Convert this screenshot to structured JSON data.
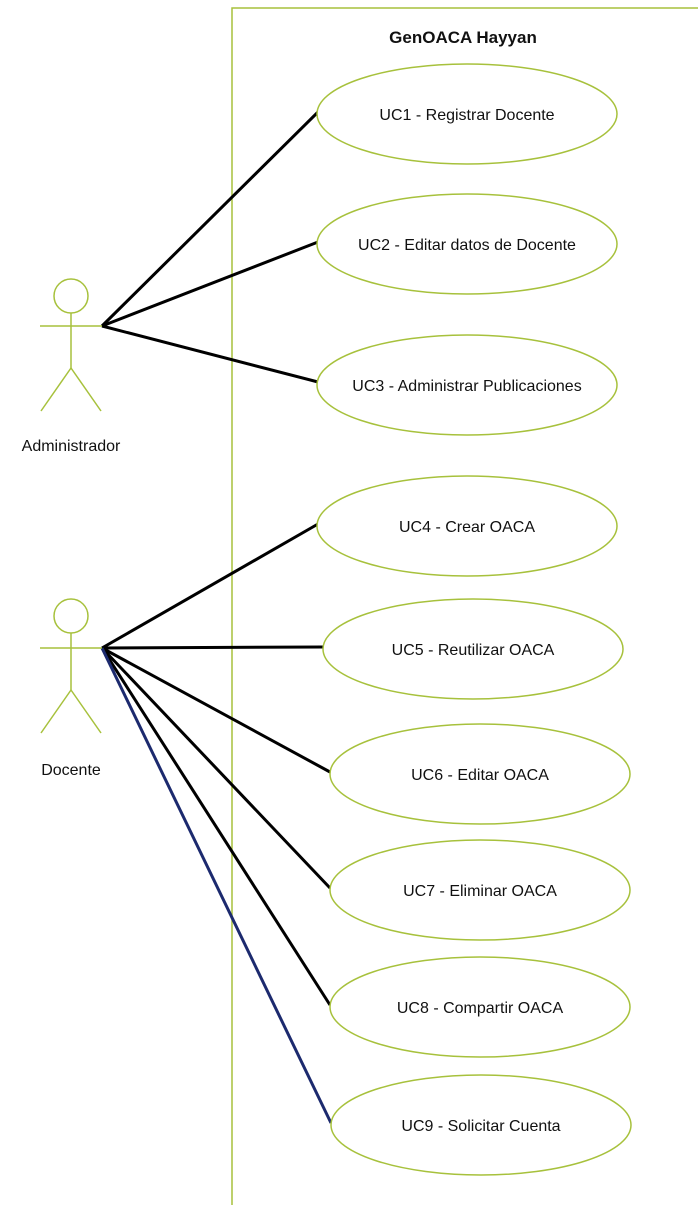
{
  "system": {
    "title": "GenOACA Hayyan"
  },
  "actors": [
    {
      "id": "admin",
      "label": "Administrador"
    },
    {
      "id": "docente",
      "label": "Docente"
    }
  ],
  "use_cases": [
    {
      "id": "uc1",
      "label": "UC1 - Registrar Docente",
      "actor": "admin"
    },
    {
      "id": "uc2",
      "label": "UC2 - Editar datos de Docente",
      "actor": "admin"
    },
    {
      "id": "uc3",
      "label": "UC3 - Administrar Publicaciones",
      "actor": "admin"
    },
    {
      "id": "uc4",
      "label": "UC4 - Crear OACA",
      "actor": "docente"
    },
    {
      "id": "uc5",
      "label": "UC5 - Reutilizar OACA",
      "actor": "docente"
    },
    {
      "id": "uc6",
      "label": "UC6 - Editar OACA",
      "actor": "docente"
    },
    {
      "id": "uc7",
      "label": "UC7 - Eliminar OACA",
      "actor": "docente"
    },
    {
      "id": "uc8",
      "label": "UC8 - Compartir OACA",
      "actor": "docente"
    },
    {
      "id": "uc9",
      "label": "UC9 - Solicitar Cuenta",
      "actor": "docente"
    }
  ],
  "colors": {
    "outline": "#a7c13c",
    "association": "#000000",
    "association_alt": "#1c2a6e"
  }
}
